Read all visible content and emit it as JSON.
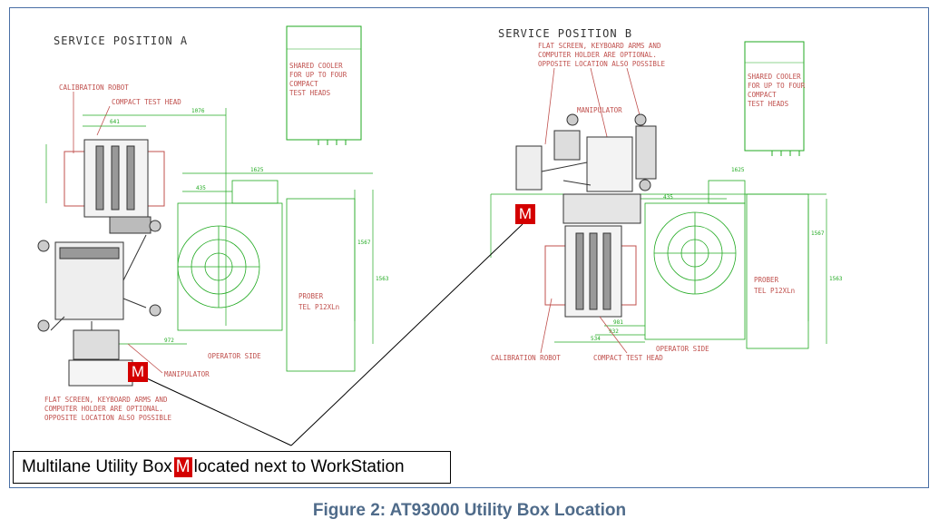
{
  "diagram": {
    "left": {
      "title": "SERVICE POSITION  A",
      "labels": {
        "calibration_robot": "CALIBRATION ROBOT",
        "compact_test_head": "COMPACT TEST HEAD",
        "shared_cooler": [
          "SHARED COOLER",
          "FOR UP TO FOUR",
          "COMPACT",
          "TEST HEADS"
        ],
        "prober": [
          "PROBER",
          "TEL P12XLn"
        ],
        "operator_side": "OPERATOR SIDE",
        "manipulator": "MANIPULATOR",
        "note": [
          "FLAT SCREEN, KEYBOARD ARMS AND",
          "COMPUTER HOLDER ARE OPTIONAL.",
          "OPPOSITE LOCATION ALSO POSSIBLE"
        ]
      },
      "dims": [
        "1076",
        "641",
        "1625",
        "435",
        "1567",
        "1563",
        "972"
      ]
    },
    "right": {
      "title": "SERVICE POSITION  B",
      "labels": {
        "note": [
          "FLAT SCREEN, KEYBOARD ARMS AND",
          "COMPUTER HOLDER ARE OPTIONAL.",
          "OPPOSITE LOCATION ALSO POSSIBLE"
        ],
        "manipulator": "MANIPULATOR",
        "shared_cooler": [
          "SHARED COOLER",
          "FOR UP TO FOUR",
          "COMPACT",
          "TEST HEADS"
        ],
        "prober": [
          "PROBER",
          "TEL P12XLn"
        ],
        "calibration_robot": "CALIBRATION ROBOT",
        "compact_test_head": "COMPACT TEST HEAD",
        "operator_side": "OPERATOR SIDE"
      },
      "dims": [
        "1625",
        "435",
        "1567",
        "1563",
        "981",
        "932",
        "534"
      ]
    },
    "marker_letter": "M",
    "colors": {
      "marker": "#d40000",
      "frame": "#4a6fa5",
      "caption": "#4f6b8a",
      "drawing_green": "#22aa22",
      "drawing_red": "#c0504d"
    }
  },
  "callout": {
    "before": "Multilane Utility Box",
    "marker": "M",
    "after": "located next to WorkStation"
  },
  "caption": "Figure 2: AT93000 Utility Box Location"
}
